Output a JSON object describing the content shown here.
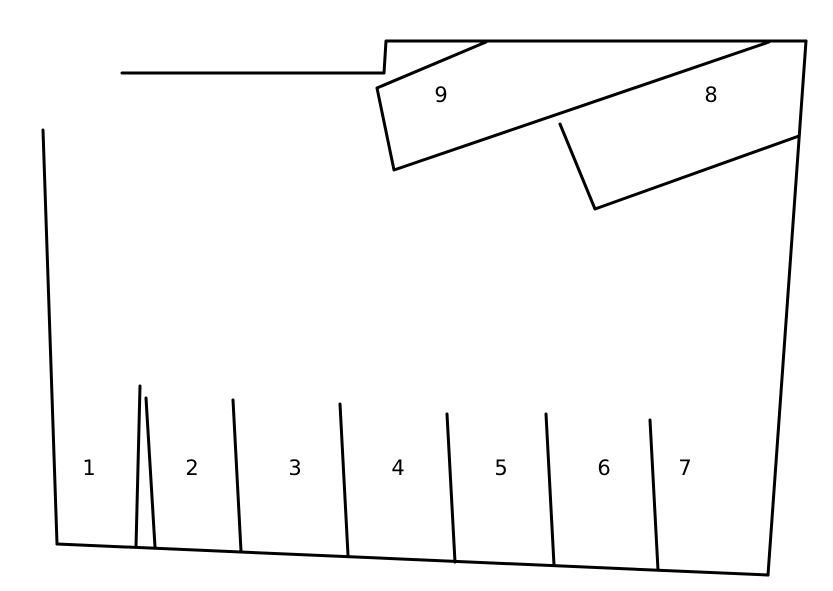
{
  "diagram": {
    "line_color": "#000000",
    "background": "#ffffff",
    "labels": {
      "l1": "1",
      "l2": "2",
      "l3": "3",
      "l4": "4",
      "l5": "5",
      "l6": "6",
      "l7": "7",
      "l8": "8",
      "l9": "9"
    }
  }
}
